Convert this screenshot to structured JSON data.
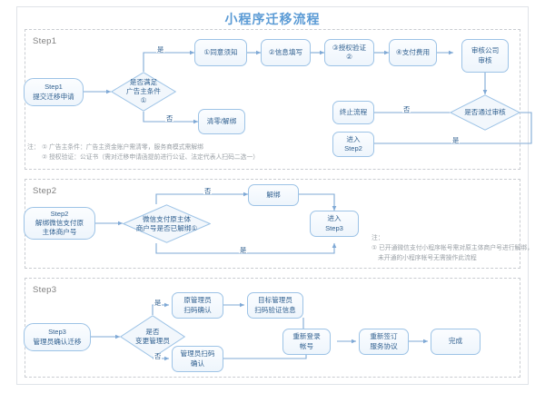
{
  "title": "小程序迁移流程",
  "sections": [
    {
      "label": "Step1"
    },
    {
      "label": "Step2"
    },
    {
      "label": "Step3"
    }
  ],
  "step1": {
    "start": "Step1\n提交迁移申请",
    "decision": "是否满足\n广告主条件\n①",
    "yes": "是",
    "no": "否",
    "nodes": [
      "①同意须知",
      "②信息填写",
      "③授权验证\n②",
      "④支付费用",
      "审核公司\n审核"
    ],
    "review_decision": "是否通过审核",
    "review_no": "否",
    "review_yes": "是",
    "reset_node": "清零/解绑",
    "terminate": "终止流程",
    "enter_step2": "进入\nStep2",
    "note_head": "注：",
    "note1": "① 广告主条件：广告主资金账户需清零，服务商模式需解绑",
    "note2": "② 授权验证：公证书（需对迁移申请函提前进行公证、法定代表人扫码二选一）"
  },
  "step2": {
    "start": "Step2\n解绑微信支付原\n主体商户号",
    "decision": "微信支付原主体\n商户号是否已解绑①",
    "no": "否",
    "yes": "是",
    "unbind": "解绑",
    "enter_step3": "进入\nStep3",
    "note_head": "注：",
    "note1": "① 已开通微信支付小程序帐号需对原主体商户号进行解绑，",
    "note2": "未开通的小程序帐号无需操作此流程"
  },
  "step3": {
    "start": "Step3\n管理员确认迁移",
    "decision": "是否\n变更管理员",
    "yes": "是",
    "no": "否",
    "old_admin": "原管理员\n扫码确认",
    "target_admin": "目标管理员\n扫码验证信息",
    "admin_confirm": "管理员扫码\n确认",
    "relogin": "重新登录\n帐号",
    "resign": "重新签订\n服务协议",
    "done": "完成"
  },
  "colors": {
    "title": "#5b9bd5",
    "node_border": "#9dc3e6",
    "node_text": "#2f5f8f",
    "wire": "#7fa9d6",
    "dashed": "#c9ccd1",
    "note_text": "#9aa0a6",
    "step_label": "#808080"
  }
}
